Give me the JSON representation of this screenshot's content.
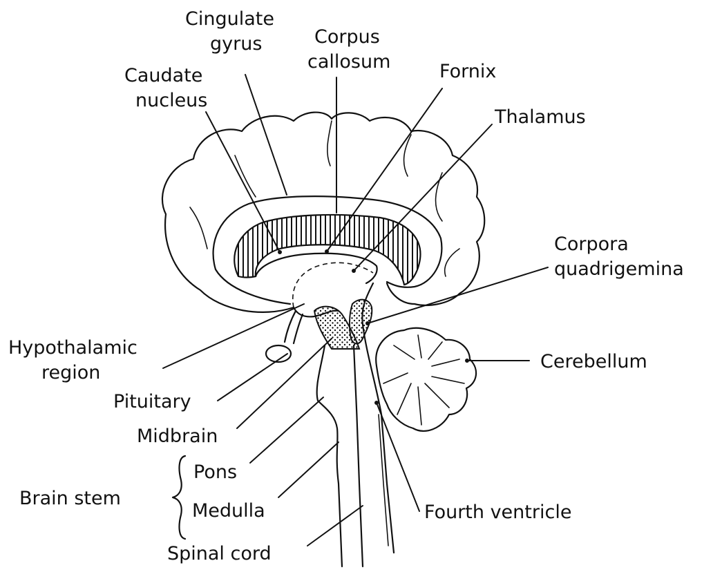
{
  "labels": {
    "cingulate_gyrus_1": "Cingulate",
    "cingulate_gyrus_2": "gyrus",
    "corpus_callosum_1": "Corpus",
    "corpus_callosum_2": "callosum",
    "caudate_nucleus_1": "Caudate",
    "caudate_nucleus_2": "nucleus",
    "fornix": "Fornix",
    "thalamus": "Thalamus",
    "corpora_quadrigemina_1": "Corpora",
    "corpora_quadrigemina_2": "quadrigemina",
    "hypothalamic_region_1": "Hypothalamic",
    "hypothalamic_region_2": "region",
    "cerebellum": "Cerebellum",
    "pituitary": "Pituitary",
    "midbrain": "Midbrain",
    "pons": "Pons",
    "brain_stem": "Brain stem",
    "medulla": "Medulla",
    "fourth_ventricle": "Fourth ventricle",
    "spinal_cord": "Spinal cord"
  }
}
